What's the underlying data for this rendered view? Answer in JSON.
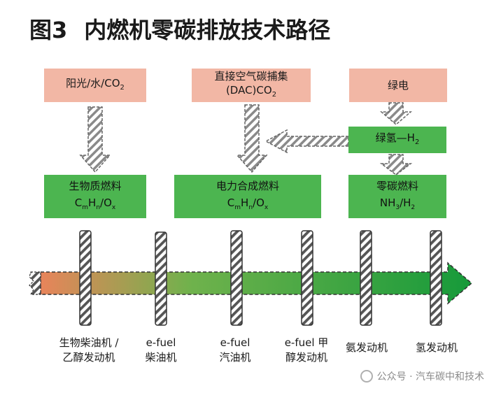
{
  "title": {
    "number": "图3",
    "text": "内燃机零碳排放技术路径"
  },
  "sources": [
    {
      "line1": "阳光/水/CO",
      "sub1": "2",
      "line2": ""
    },
    {
      "line1": "直接空气碳捕集",
      "line2": "(DAC)CO",
      "sub2": "2"
    },
    {
      "line1": "绿电",
      "line2": ""
    }
  ],
  "hydrogen_box": {
    "text": "绿氢—H",
    "sub": "2"
  },
  "fuels": [
    {
      "name": "生物质燃料",
      "formula_parts": [
        "C",
        "m",
        "H",
        "n",
        "/O",
        "x"
      ]
    },
    {
      "name": "电力合成燃料",
      "formula_parts": [
        "C",
        "m",
        "H",
        "n",
        "/O",
        "x"
      ]
    },
    {
      "name": "零碳燃料",
      "formula_parts": [
        "NH",
        "3",
        "/H",
        "2"
      ]
    }
  ],
  "engines": [
    {
      "line1": "生物柴油机 /",
      "line2": "乙醇发动机"
    },
    {
      "line1": "e-fuel",
      "line2": "柴油机"
    },
    {
      "line1": "e-fuel",
      "line2": "汽油机"
    },
    {
      "line1": "e-fuel 甲",
      "line2": "醇发动机"
    },
    {
      "line1": "氨发动机",
      "line2": ""
    },
    {
      "line1": "氢发动机",
      "line2": ""
    }
  ],
  "watermark": "公众号 · 汽车碳中和技术",
  "colors": {
    "pink": "#f2b7a5",
    "green": "#4cb550",
    "orange_start": "#e8845a",
    "green_end": "#1a9a3c",
    "hatch": "#888888"
  }
}
